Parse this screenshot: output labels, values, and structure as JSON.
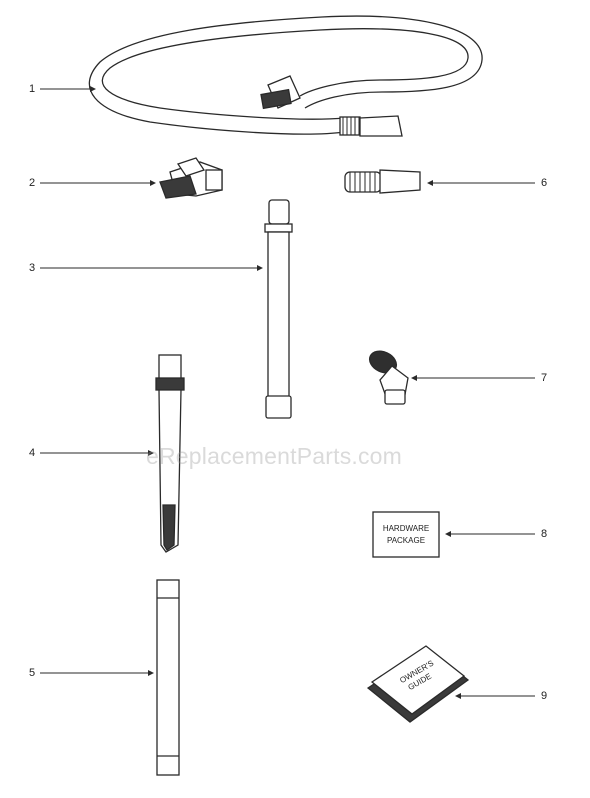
{
  "watermark": "eReplacementParts.com",
  "callouts": [
    {
      "id": "1",
      "label": "1"
    },
    {
      "id": "2",
      "label": "2"
    },
    {
      "id": "3",
      "label": "3"
    },
    {
      "id": "4",
      "label": "4"
    },
    {
      "id": "5",
      "label": "5"
    },
    {
      "id": "6",
      "label": "6"
    },
    {
      "id": "7",
      "label": "7"
    },
    {
      "id": "8",
      "label": "8"
    },
    {
      "id": "9",
      "label": "9"
    }
  ],
  "hardware_package": {
    "line1": "HARDWARE",
    "line2": "PACKAGE"
  },
  "owners_guide": {
    "line1": "OWNER'S",
    "line2": "GUIDE"
  },
  "colors": {
    "line": "#2a2a2a",
    "fill": "#ffffff",
    "shade": "#9a9a9a"
  }
}
